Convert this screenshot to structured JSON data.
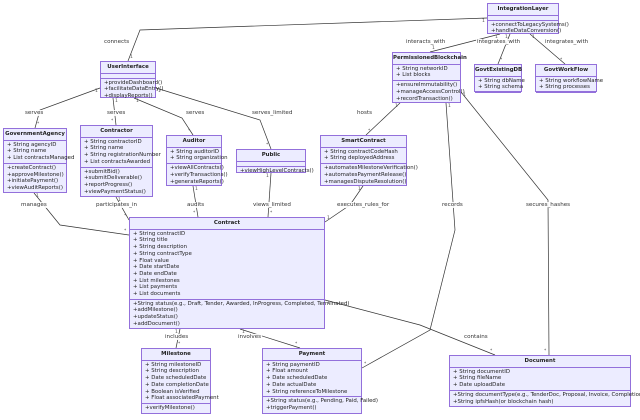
{
  "classes": [
    {
      "id": "IntegrationLayer",
      "title": "IntegrationLayer",
      "attributes": [],
      "methods": [
        "+connectToLegacySystems()",
        "+handleDataConversion()"
      ]
    },
    {
      "id": "UserInterface",
      "title": "UserInterface",
      "attributes": [],
      "methods": [
        "+provideDashboard()",
        "+facilitateDataEntry()",
        "+displayReports()"
      ]
    },
    {
      "id": "PermissionedBlockchain",
      "title": "PermissionedBlockchain",
      "attributes": [
        "+ String networkID",
        "+ List blocks"
      ],
      "methods": [
        "+ensureImmutability()",
        "+manageAccessControl()",
        "+recordTransaction()"
      ]
    },
    {
      "id": "GovtExistingDB",
      "title": "GovtExistingDB",
      "attributes": [
        "+ String dbName",
        "+ String schema"
      ],
      "methods": []
    },
    {
      "id": "GovtWorkFlow",
      "title": "GovtWorkFlow",
      "attributes": [
        "+ String workflowName",
        "+ String processes"
      ],
      "methods": []
    },
    {
      "id": "GovernmentAgency",
      "title": "GovernmentAgency",
      "attributes": [
        "+ String agencyID",
        "+ String name",
        "+ List contractsManaged"
      ],
      "methods": [
        "+createContract()",
        "+approveMilestone()",
        "+initiatePayment()",
        "+viewAuditReports()"
      ]
    },
    {
      "id": "Contractor",
      "title": "Contractor",
      "attributes": [
        "+ String contractorID",
        "+ String name",
        "+ String registrationNumber",
        "+ List contractsAwarded"
      ],
      "methods": [
        "+submitBid()",
        "+submitDeliverable()",
        "+reportProgress()",
        "+viewPaymentStatus()"
      ]
    },
    {
      "id": "Auditor",
      "title": "Auditor",
      "attributes": [
        "+ String auditorID",
        "+ String organization"
      ],
      "methods": [
        "+viewAllContracts()",
        "+verifyTransactions()",
        "+generateReports()"
      ]
    },
    {
      "id": "Public",
      "title": "Public",
      "attributes": [],
      "methods": [
        "+viewHighLevelContracts()"
      ]
    },
    {
      "id": "SmartContract",
      "title": "SmartContract",
      "attributes": [
        "+ String contractCodeHash",
        "+ String deployedAddress"
      ],
      "methods": [
        "+automatesMilestoneVerification()",
        "+automatesPaymentRelease()",
        "+managesDisputeResolution()"
      ]
    },
    {
      "id": "Contract",
      "title": "Contract",
      "attributes": [
        "+ String contractID",
        "+ String title",
        "+ String description",
        "+ String contractType",
        "+ Float value",
        "+ Date startDate",
        "+ Date endDate",
        "+ List milestones",
        "+ List payments",
        "+ List documents"
      ],
      "methods": [
        "+String status(e.g., Draft, Tender, Awarded, InProgress, Completed, Terminated)",
        "+addMilestone()",
        "+updateStatus()",
        "+addDocument()"
      ]
    },
    {
      "id": "Milestone",
      "title": "Milestone",
      "attributes": [
        "+ String milestoneID",
        "+ String description",
        "+ Date scheduledDate",
        "+ Date completionDate",
        "+ Boolean isVerified",
        "+ Float associatedPayment"
      ],
      "methods": [
        "+verifyMilestone()"
      ]
    },
    {
      "id": "Payment",
      "title": "Payment",
      "attributes": [
        "+ String paymentID",
        "+ Float amount",
        "+ Date scheduledDate",
        "+ Date actualDate",
        "+ String referenceToMilestone"
      ],
      "methods": [
        "+String status(e.g., Pending, Paid, Failed)",
        "+triggerPayment()"
      ]
    },
    {
      "id": "Document",
      "title": "Document",
      "attributes": [
        "+ String documentID",
        "+ String fileName",
        "+ Date uploadDate"
      ],
      "methods": [
        "+String documentType(e.g., TenderDoc, Proposal, Invoice, CompletionCert)",
        "+String ipfsHash(or blockchain hash)"
      ]
    }
  ],
  "relations": [
    {
      "id": "r1",
      "label": "connects",
      "from": "IntegrationLayer",
      "to": "UserInterface",
      "from_mult": "1",
      "to_mult": "1"
    },
    {
      "id": "r2",
      "label": "interacts_with",
      "from": "IntegrationLayer",
      "to": "PermissionedBlockchain",
      "from_mult": "1",
      "to_mult": "1"
    },
    {
      "id": "r3",
      "label": "integrates_with",
      "from": "IntegrationLayer",
      "to": "GovtExistingDB",
      "from_mult": "1",
      "to_mult": "*"
    },
    {
      "id": "r4",
      "label": "integrates_with",
      "from": "IntegrationLayer",
      "to": "GovtWorkFlow",
      "from_mult": "1",
      "to_mult": "*"
    },
    {
      "id": "r5",
      "label": "serves",
      "from": "UserInterface",
      "to": "GovernmentAgency",
      "from_mult": "1",
      "to_mult": "*"
    },
    {
      "id": "r6",
      "label": "serves",
      "from": "UserInterface",
      "to": "Contractor",
      "from_mult": "1",
      "to_mult": "*"
    },
    {
      "id": "r7",
      "label": "serves",
      "from": "UserInterface",
      "to": "Auditor",
      "from_mult": "1",
      "to_mult": "*"
    },
    {
      "id": "r8",
      "label": "serves_limited",
      "from": "UserInterface",
      "to": "Public",
      "from_mult": "1",
      "to_mult": "*"
    },
    {
      "id": "r9",
      "label": "hosts",
      "from": "PermissionedBlockchain",
      "to": "SmartContract",
      "from_mult": "1",
      "to_mult": "*"
    },
    {
      "id": "r10",
      "label": "records",
      "from": "PermissionedBlockchain",
      "to": "Payment",
      "from_mult": "1",
      "to_mult": "*"
    },
    {
      "id": "r11",
      "label": "secures_hashes",
      "from": "PermissionedBlockchain",
      "to": "Document",
      "from_mult": "1",
      "to_mult": "*"
    },
    {
      "id": "r12",
      "label": "manages",
      "from": "GovernmentAgency",
      "to": "Contract",
      "from_mult": "1",
      "to_mult": "*"
    },
    {
      "id": "r13",
      "label": "participates_in",
      "from": "Contractor",
      "to": "Contract",
      "from_mult": "1",
      "to_mult": "*"
    },
    {
      "id": "r14",
      "label": "audits",
      "from": "Auditor",
      "to": "Contract",
      "from_mult": "1",
      "to_mult": "*"
    },
    {
      "id": "r15",
      "label": "views_limited",
      "from": "Public",
      "to": "Contract",
      "from_mult": "1",
      "to_mult": "*"
    },
    {
      "id": "r16",
      "label": "executes_rules_for",
      "from": "SmartContract",
      "to": "Contract",
      "from_mult": "1",
      "to_mult": "1"
    },
    {
      "id": "r17",
      "label": "includes",
      "from": "Contract",
      "to": "Milestone",
      "from_mult": "1",
      "to_mult": "*"
    },
    {
      "id": "r18",
      "label": "involves",
      "from": "Contract",
      "to": "Payment",
      "from_mult": "1",
      "to_mult": "*"
    },
    {
      "id": "r19",
      "label": "contains",
      "from": "Contract",
      "to": "Document",
      "from_mult": "1",
      "to_mult": "*"
    }
  ],
  "colors": {
    "box_fill": "#ececff",
    "box_border": "#9370db",
    "edge": "#333333"
  }
}
